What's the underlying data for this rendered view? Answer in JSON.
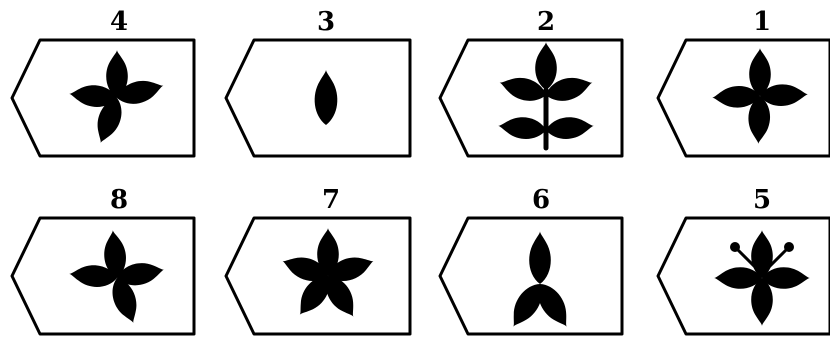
{
  "badges": [
    {
      "number": "4",
      "icon": "four-leaf-pinwheel-icon"
    },
    {
      "number": "3",
      "icon": "single-leaf-icon"
    },
    {
      "number": "2",
      "icon": "branch-five-leaf-icon"
    },
    {
      "number": "1",
      "icon": "four-leaf-cross-icon"
    },
    {
      "number": "8",
      "icon": "four-leaf-pinwheel-icon"
    },
    {
      "number": "7",
      "icon": "five-leaf-star-icon"
    },
    {
      "number": "6",
      "icon": "three-leaf-icon"
    },
    {
      "number": "5",
      "icon": "four-leaf-stamens-icon"
    }
  ]
}
